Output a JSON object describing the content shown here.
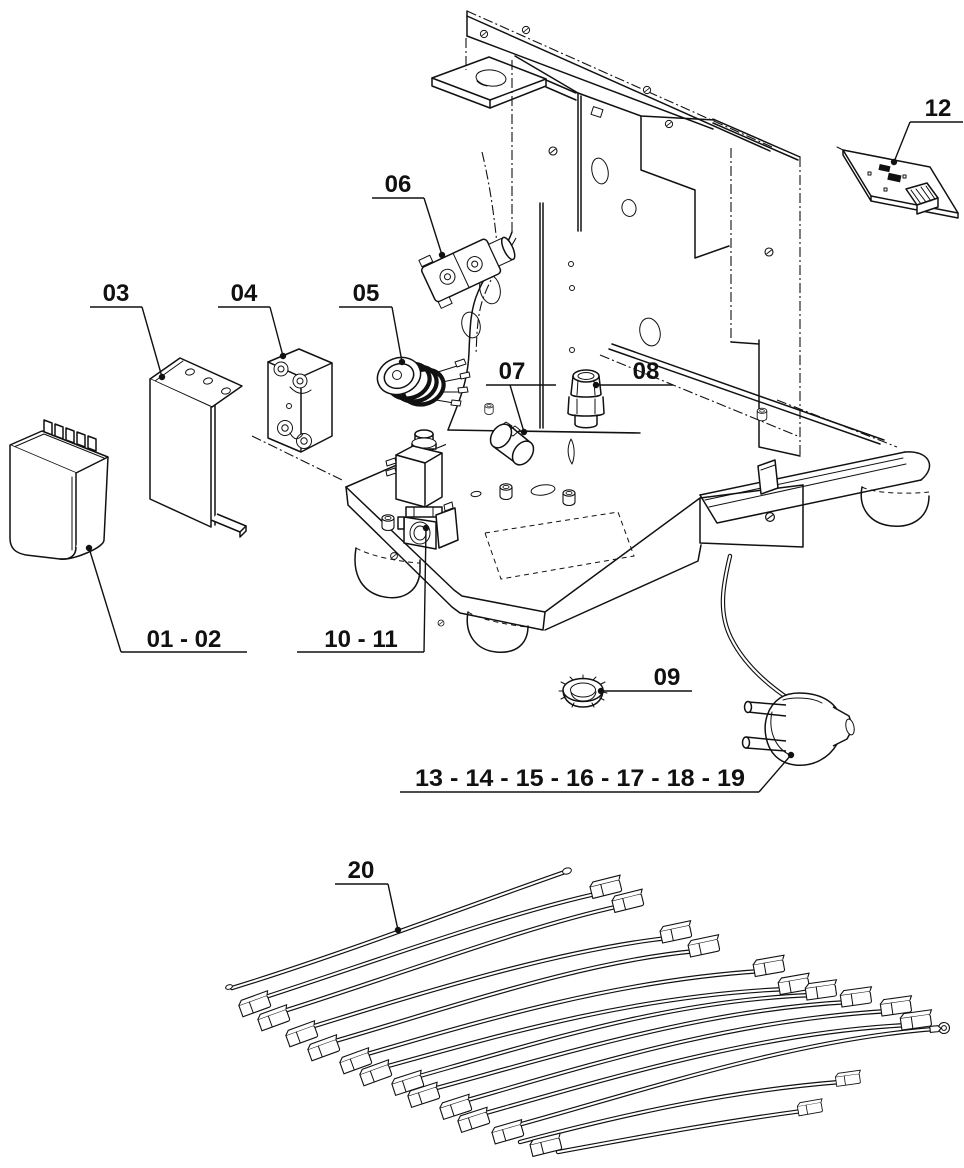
{
  "diagram": {
    "kind": "exploded-parts-diagram",
    "background": "#ffffff",
    "line_color": "#111111",
    "callouts": [
      {
        "label": "01 - 02",
        "part": "control-unit"
      },
      {
        "label": "03",
        "part": "mounting-bracket"
      },
      {
        "label": "04",
        "part": "solid-state-relay"
      },
      {
        "label": "05",
        "part": "round-switch"
      },
      {
        "label": "06",
        "part": "thermostat-switch"
      },
      {
        "label": "07",
        "part": "capacitor"
      },
      {
        "label": "08",
        "part": "cable-gland"
      },
      {
        "label": "09",
        "part": "ring-nut"
      },
      {
        "label": "10 - 11",
        "part": "solenoid-valve"
      },
      {
        "label": "12",
        "part": "pcb-board"
      },
      {
        "label": "13 - 14 - 15 - 16 - 17 - 18 - 19",
        "part": "power-cord-plug"
      },
      {
        "label": "20",
        "part": "wiring-harness"
      }
    ]
  }
}
